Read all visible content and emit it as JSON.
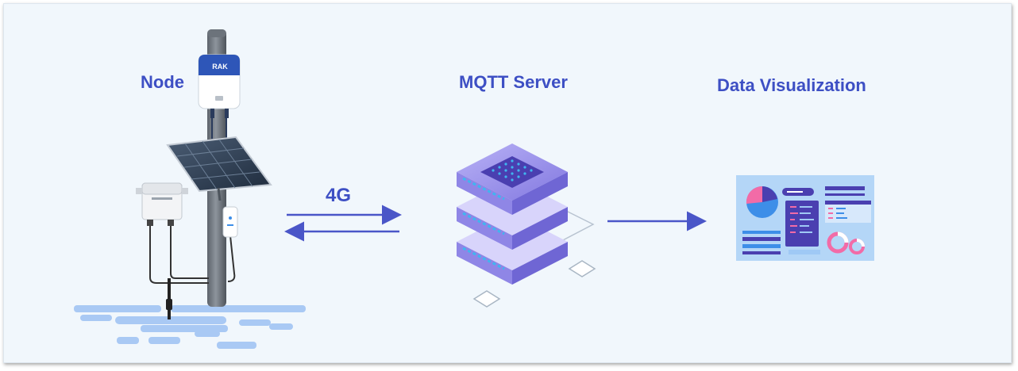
{
  "labels": {
    "node": "Node",
    "server": "MQTT Server",
    "visualization": "Data Visualization",
    "link": "4G"
  },
  "device_text": {
    "brand": "RAK"
  },
  "colors": {
    "background": "#f1f7fc",
    "accent": "#3d4fc4",
    "arrow": "#4a56c8",
    "server_purple": "#8f86e6",
    "server_cyan": "#3fb6f0",
    "water": "#a9c9f4",
    "dashboard_bg": "#b4d6f7",
    "chart_pink": "#f26ba7",
    "chart_blue": "#3d8ee8"
  },
  "icons": [
    "weather-station-node-icon",
    "solar-panel-icon",
    "sensor-box-icon",
    "server-stack-icon",
    "dashboard-icon"
  ]
}
